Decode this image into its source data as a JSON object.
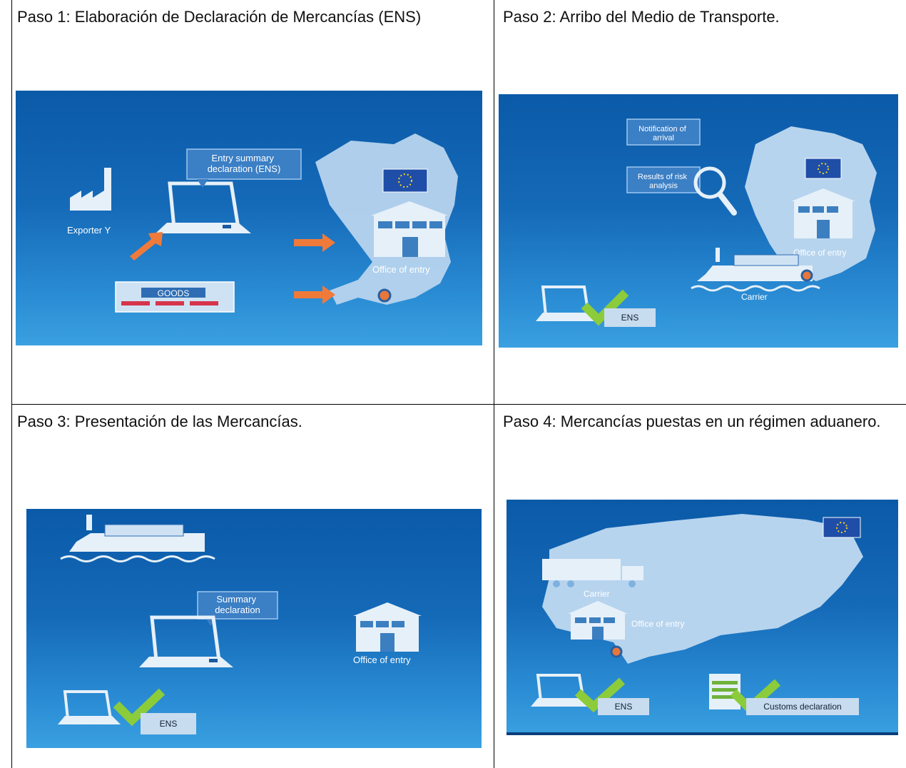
{
  "steps": [
    {
      "heading": "Paso 1: Elaboración de Declaración de Mercancías (ENS)",
      "labels": {
        "bubble": "Entry summary declaration (ENS)",
        "exporter": "Exporter Y",
        "goods": "GOODS",
        "office": "Office of entry"
      }
    },
    {
      "heading": "Paso 2: Arribo del Medio de Transporte.",
      "labels": {
        "notification": "Notification of arrival",
        "results": "Results of risk analysis",
        "office": "Office of entry",
        "carrier": "Carrier",
        "ens": "ENS"
      }
    },
    {
      "heading": "Paso 3: Presentación de las Mercancías.",
      "labels": {
        "bubble": "Summary declaration",
        "office": "Office of entry",
        "ens": "ENS"
      }
    },
    {
      "heading": "Paso 4: Mercancías puestas en un régimen aduanero.",
      "labels": {
        "carrier": "Carrier",
        "office": "Office of entry",
        "ens": "ENS",
        "customs": "Customs declaration"
      }
    }
  ]
}
